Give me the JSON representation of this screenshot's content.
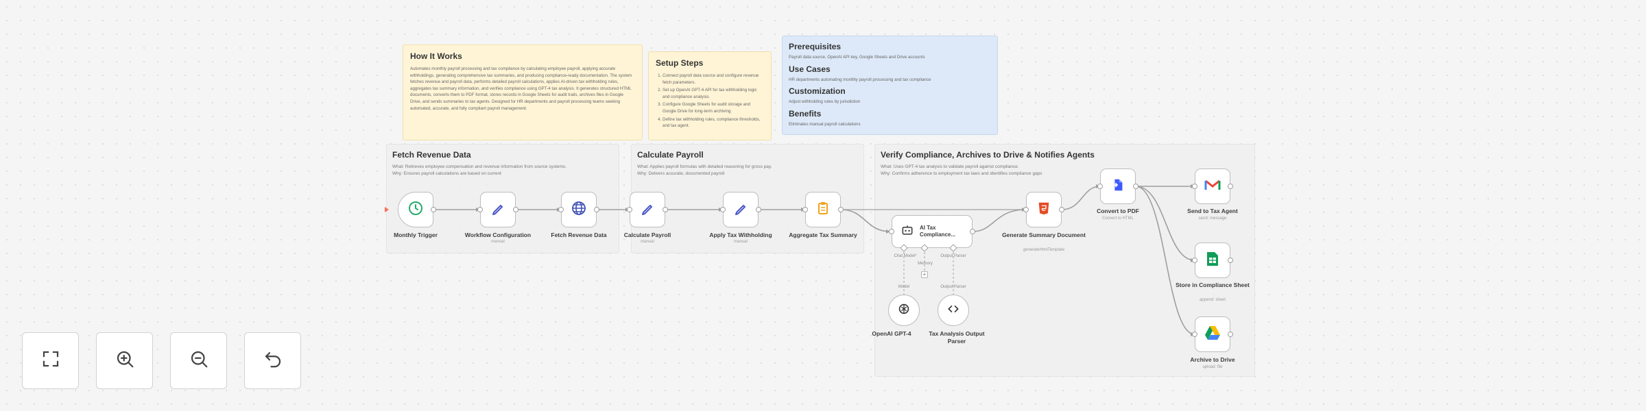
{
  "notes": {
    "how_it_works": {
      "title": "How It Works",
      "body": "Automates monthly payroll processing and tax compliance by calculating employee payroll, applying accurate withholdings, generating comprehensive tax summaries, and producing compliance-ready documentation. The system fetches revenue and payroll data, performs detailed payroll calculations, applies AI-driven tax withholding rules, aggregates tax summary information, and verifies compliance using GPT-4 tax analysis. It generates structured HTML documents, converts them to PDF format, stores records in Google Sheets for audit trails, archives files in Google Drive, and sends summaries to tax agents. Designed for HR departments and payroll processing teams seeking automated, accurate, and fully compliant payroll management."
    },
    "setup_steps": {
      "title": "Setup Steps",
      "items": [
        "Connect payroll data source and configure revenue fetch parameters.",
        "Set up OpenAI GPT-4 API for tax withholding logic and compliance analysis.",
        "Configure Google Sheets for audit storage and Google Drive for long-term archiving.",
        "Define tax withholding rules, compliance thresholds, and tax agent."
      ]
    },
    "info": {
      "prerequisites_title": "Prerequisites",
      "prerequisites_body": "Payroll data source, OpenAI API key, Google Sheets and Drive accounts",
      "use_cases_title": "Use Cases",
      "use_cases_body": "HR departments automating monthly payroll processing and tax compliance",
      "customization_title": "Customization",
      "customization_body": "Adjust withholding rules by jurisdiction",
      "benefits_title": "Benefits",
      "benefits_body": "Eliminates manual payroll calculations"
    }
  },
  "groups": {
    "fetch": {
      "title": "Fetch Revenue Data",
      "what": "What: Retrieves employee compensation and revenue information from source systems.",
      "why": "Why: Ensures payroll calculations are based on current"
    },
    "calc": {
      "title": "Calculate Payroll",
      "what": "What: Applies payroll formulas with detailed reasoning for gross pay.",
      "why": "Why: Delivers accurate, documented payroll"
    },
    "verify": {
      "title": "Verify Compliance, Archives to Drive & Notifies Agents",
      "what": "What: Uses GPT-4 tax analysis to validate payroll against compliance.",
      "why": "Why: Confirms adherence to employment tax laws and identifies compliance gaps"
    }
  },
  "nodes": {
    "monthly_trigger": {
      "label": "Monthly Trigger"
    },
    "workflow_config": {
      "label": "Workflow Configuration",
      "sub": "manual"
    },
    "fetch_revenue": {
      "label": "Fetch Revenue Data"
    },
    "calculate_payroll": {
      "label": "Calculate Payroll",
      "sub": "manual"
    },
    "apply_tax": {
      "label": "Apply Tax Withholding",
      "sub": "manual"
    },
    "aggregate_tax": {
      "label": "Aggregate Tax Summary"
    },
    "ai_tax": {
      "label": "AI Tax Compliance...",
      "slot_chat": "Chat Model*",
      "slot_memory": "Memory",
      "slot_output": "Output Parser"
    },
    "openai_model": {
      "label": "OpenAI GPT-4",
      "slot": "Model"
    },
    "tax_parser": {
      "label": "Tax Analysis Output Parser",
      "slot": "Output Parser"
    },
    "generate_summary": {
      "label": "Generate Summary Document",
      "sub": "generateHtmlTemplate"
    },
    "convert_pdf": {
      "label": "Convert to PDF",
      "sub": "Convert to HTML"
    },
    "send_agent": {
      "label": "Send to Tax Agent",
      "sub": "send: message"
    },
    "store_sheet": {
      "label": "Store in Compliance Sheet",
      "sub": "append: sheet"
    },
    "archive_drive": {
      "label": "Archive to Drive",
      "sub": "upload: file"
    }
  },
  "controls": {
    "fit_view": "fit-view",
    "zoom_in": "zoom-in",
    "zoom_out": "zoom-out",
    "undo": "undo"
  },
  "colors": {
    "sticky_yellow": "#fff4d6",
    "sticky_blue": "#dde9f8",
    "edge": "#9e9e9e",
    "trigger_icon": "#26a96c",
    "pencil_icon": "#4b58c6",
    "globe_icon": "#3f51b5",
    "aggregate_icon": "#f2a31b",
    "html_icon": "#e44d26",
    "gmail_red": "#ea4335",
    "sheets_green": "#0f9d58",
    "drive_blue": "#4285f4"
  }
}
